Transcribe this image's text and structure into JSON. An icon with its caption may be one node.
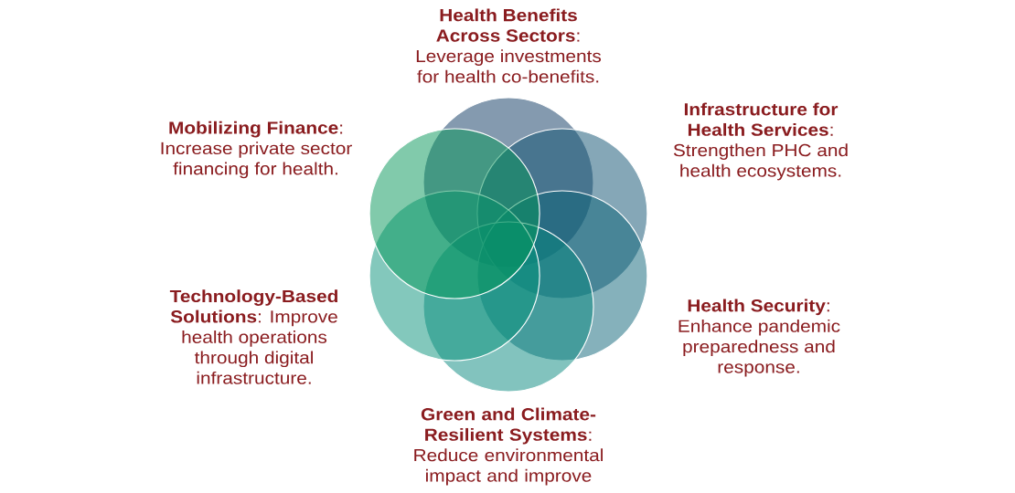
{
  "diagram": {
    "nodes": [
      {
        "text": [],
        "shape": "circle",
        "beside": [
          "**Health Benefits Across Sectors**: Leverage investments for health co-benefits."
        ]
      },
      {
        "text": [],
        "shape": "circle",
        "beside": [
          "**Infrastructure for Health Services**: Strengthen PHC and health ecosystems."
        ]
      },
      {
        "text": [],
        "shape": "circle",
        "beside": [
          "**Health Security**: Enhance pandemic preparedness and response."
        ]
      },
      {
        "text": [],
        "shape": "circle",
        "beside": [
          "**Green and Climate-Resilient Systems**: Reduce environmental impact and improve"
        ]
      },
      {
        "text": [],
        "shape": "circle",
        "beside": [
          "**Technology-Based Solutions**: Improve health operations through digital infrastructure."
        ]
      },
      {
        "text": [],
        "shape": "circle",
        "beside": [
          "**Mobilizing Finance**: Increase private sector financing for health."
        ]
      }
    ]
  }
}
